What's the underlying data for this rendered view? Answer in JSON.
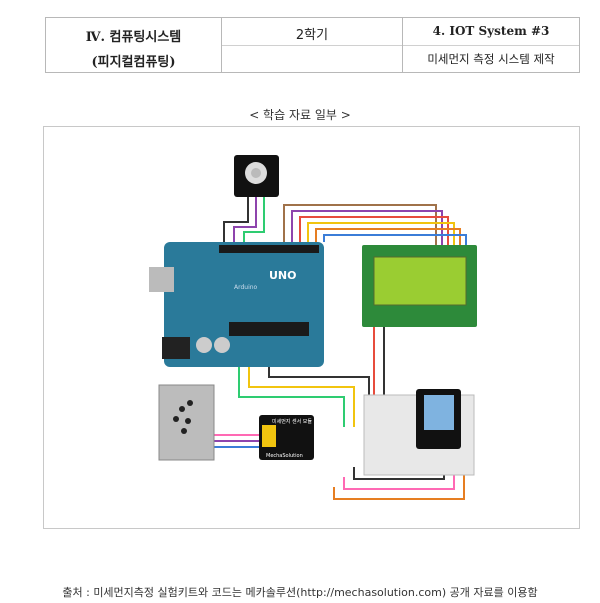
{
  "header": {
    "chapter": "Ⅳ. 컴퓨팅시스템",
    "subject": "(피지컬컴퓨팅)",
    "semester": "2학기",
    "unit_title": "4. IOT System #3",
    "unit_subtitle": "미세먼지 측정 시스템 제작"
  },
  "caption": "< 학습 자료 일부 >",
  "figure": {
    "board_label": "UNO",
    "board_brand": "Arduino",
    "module_top_text": "미세먼지 센서 모듈",
    "module_brand": "MechaSolution",
    "wire_colors": [
      "#333333",
      "#8e44ad",
      "#2ecc71",
      "#f1c40f",
      "#e74c3c",
      "#a0724a",
      "#ff69b4",
      "#e67e22",
      "#3b7dd8"
    ],
    "board_color": "#2a7a9a",
    "lcd_color": "#9acd32"
  },
  "footer": "출처 : 미세먼지측정 실험키트와 코드는 메카솔루션(http://mechasolution.com) 공개 자료를 이용함"
}
